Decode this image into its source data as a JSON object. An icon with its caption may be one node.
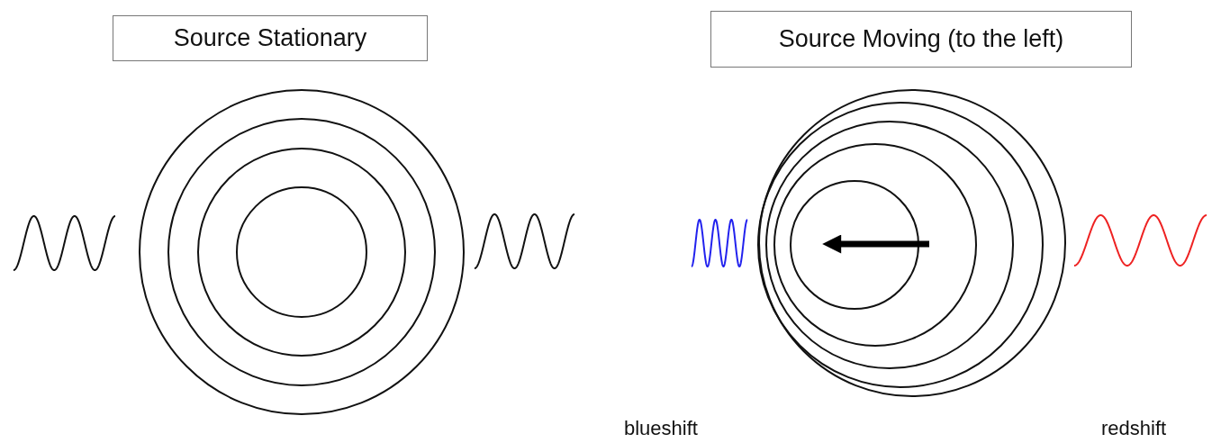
{
  "diagram": {
    "nodes": [
      {
        "text": [
          "Source Stationary"
        ]
      },
      {
        "text": [
          "Source Moving (to the left)"
        ]
      }
    ],
    "edges": [],
    "labels": [
      "blueshift",
      "redshift"
    ]
  }
}
